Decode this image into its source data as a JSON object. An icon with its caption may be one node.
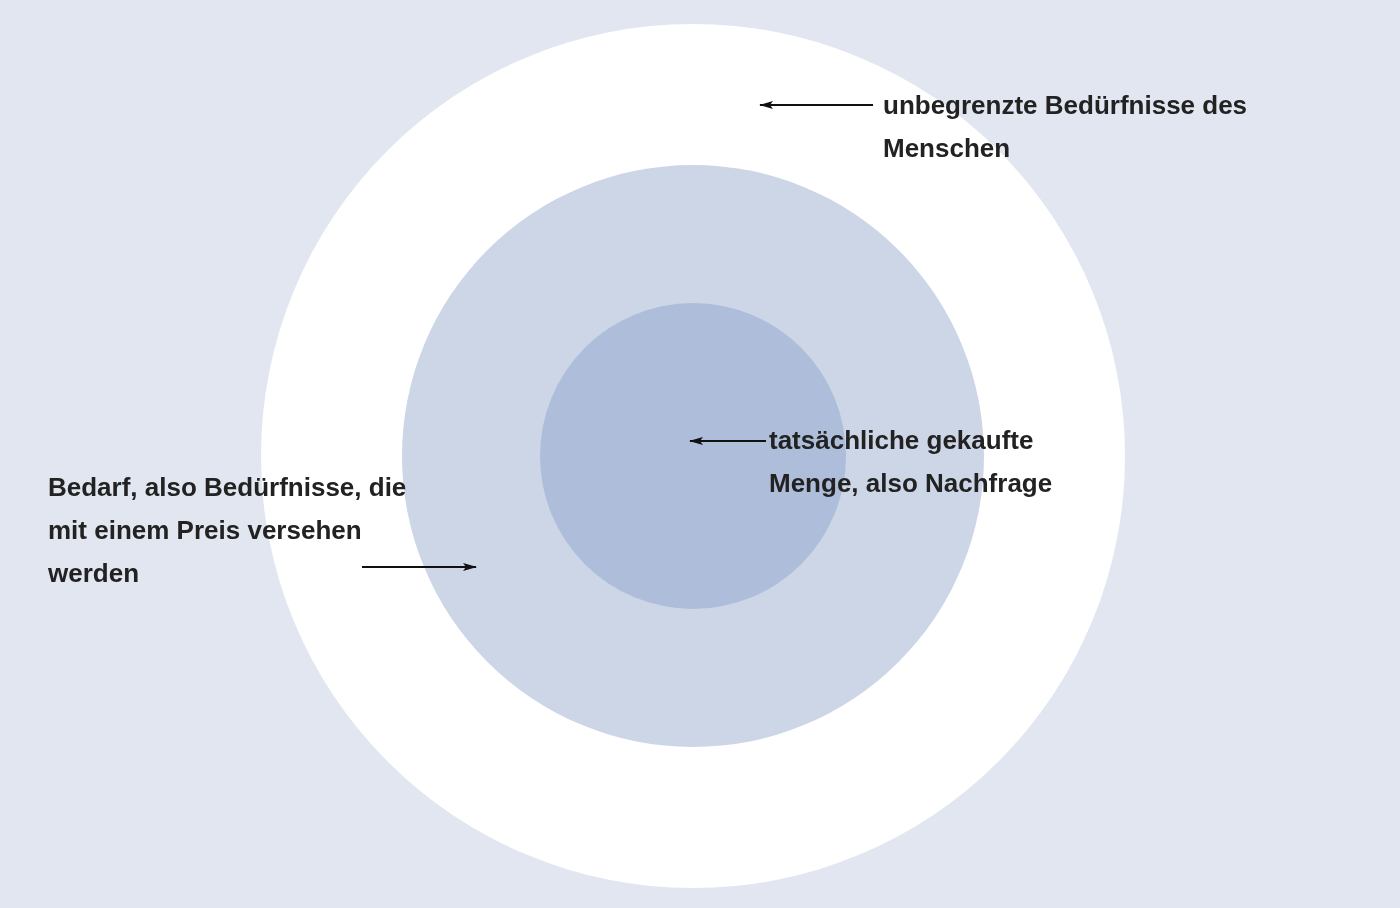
{
  "diagram": {
    "nodes": [
      {
        "text": [],
        "shape": "circle"
      },
      {
        "text": [],
        "shape": "circle",
        "in": 0
      },
      {
        "text": [],
        "shape": "circle",
        "in": 1
      },
      {
        "text": [
          "unbegrenzte Bedürfnisse des Menschen"
        ]
      },
      {
        "text": [
          "tatsächliche gekaufte Menge, also Nachfrage"
        ],
        "in": 0
      },
      {
        "text": [
          "Bedarf, also Bedürfnisse, die mit einem Preis versehen werden"
        ]
      }
    ],
    "edges": [
      {
        "from": 3,
        "to": 0,
        "arrow": "to"
      },
      {
        "from": 4,
        "to": 2,
        "arrow": "to"
      },
      {
        "from": 5,
        "to": 1,
        "arrow": "to"
      }
    ]
  }
}
